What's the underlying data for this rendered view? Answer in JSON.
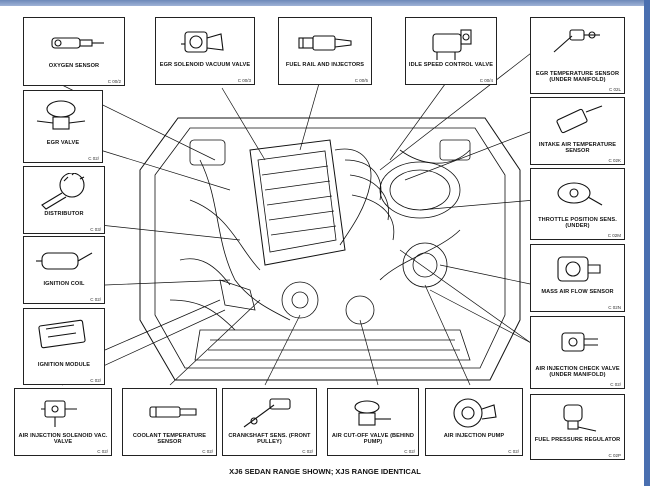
{
  "caption": "XJ6 SEDAN RANGE SHOWN; XJS RANGE IDENTICAL",
  "components": [
    {
      "id": "oxygen-sensor",
      "label": "OXYGEN SENSOR",
      "code": "C 00/2"
    },
    {
      "id": "egr-solenoid",
      "label": "EGR SOLENOID VACUUM VALVE",
      "code": "C 00/3"
    },
    {
      "id": "fuel-rail",
      "label": "FUEL RAIL AND INJECTORS",
      "code": "C 00/5"
    },
    {
      "id": "idle-speed",
      "label": "IDLE SPEED CONTROL VALVE",
      "code": "C 00/4"
    },
    {
      "id": "egr-temp",
      "label": "EGR TEMPERATURE SENSOR (UNDER MANIFOLD)",
      "code": "C 02L"
    },
    {
      "id": "egr-valve",
      "label": "EGR VALVE",
      "code": "C 02/"
    },
    {
      "id": "intake-air-temp",
      "label": "INTAKE AIR TEMPERATURE SENSOR",
      "code": "C 02K"
    },
    {
      "id": "distributor",
      "label": "DISTRIBUTOR",
      "code": "C 03/"
    },
    {
      "id": "throttle-position",
      "label": "THROTTLE POSITION SENS. (UNDER)",
      "code": "C 02M"
    },
    {
      "id": "ignition-coil",
      "label": "IGNITION COIL",
      "code": "C 02/"
    },
    {
      "id": "mass-air-flow",
      "label": "MASS AIR FLOW SENSOR",
      "code": "C 02N"
    },
    {
      "id": "ignition-module",
      "label": "IGNITION MODULE",
      "code": "C 02/"
    },
    {
      "id": "air-inj-check",
      "label": "AIR INJECTION CHECK VALVE (UNDER MANIFOLD)",
      "code": "C 02/"
    },
    {
      "id": "air-inj-solenoid",
      "label": "AIR INJECTION SOLENOID VAC. VALVE",
      "code": "C 02/"
    },
    {
      "id": "coolant-temp",
      "label": "COOLANT TEMPERATURE SENSOR",
      "code": "C 02/"
    },
    {
      "id": "crankshaft",
      "label": "CRANKSHAFT SENS. (FRONT PULLEY)",
      "code": "C 02/"
    },
    {
      "id": "air-cutoff",
      "label": "AIR CUT-OFF VALVE (BEHIND PUMP)",
      "code": "C 02/"
    },
    {
      "id": "air-inj-pump",
      "label": "AIR INJECTION PUMP",
      "code": "C 02/"
    },
    {
      "id": "fuel-pressure",
      "label": "FUEL PRESSURE REGULATOR",
      "code": "C 02P"
    }
  ],
  "icons": {
    "oxygen-sensor": "oxygen-sensor-icon",
    "egr-solenoid": "solenoid-valve-icon",
    "fuel-rail": "fuel-injector-icon",
    "idle-speed": "idle-valve-icon",
    "egr-temp": "temperature-sensor-icon",
    "egr-valve": "egr-valve-icon",
    "intake-air-temp": "air-temp-sensor-icon",
    "distributor": "distributor-icon",
    "throttle-position": "throttle-sensor-icon",
    "ignition-coil": "ignition-coil-icon",
    "mass-air-flow": "airflow-meter-icon",
    "ignition-module": "ignition-module-icon",
    "air-inj-check": "check-valve-icon",
    "air-inj-solenoid": "vacuum-solenoid-icon",
    "coolant-temp": "coolant-sensor-icon",
    "crankshaft": "crank-sensor-icon",
    "air-cutoff": "cutoff-valve-icon",
    "air-inj-pump": "air-pump-icon",
    "fuel-pressure": "pressure-regulator-icon"
  }
}
